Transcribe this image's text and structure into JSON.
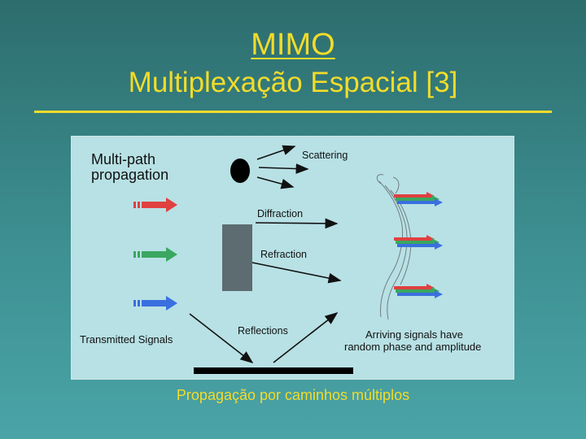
{
  "title": {
    "line1": "MIMO",
    "line2": "Multiplexação Espacial [3]"
  },
  "diagram": {
    "heading_line1": "Multi-path",
    "heading_line2": "propagation",
    "label_scattering": "Scattering",
    "label_diffraction": "Diffraction",
    "label_refraction": "Refraction",
    "label_reflections": "Reflections",
    "label_transmitted": "Transmitted Signals",
    "label_arriving_line1": "Arriving signals have",
    "label_arriving_line2": "random phase and amplitude",
    "colors": {
      "red": "#e04040",
      "green": "#3aa760",
      "blue": "#3a6fe0",
      "obstacle": "#5c6c70"
    }
  },
  "caption": "Propagação por caminhos múltiplos"
}
